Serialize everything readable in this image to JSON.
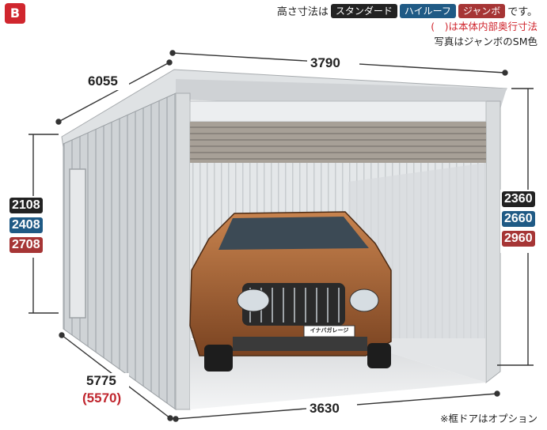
{
  "logo": {
    "letter": "B"
  },
  "header": {
    "prefix": "高さ寸法は",
    "labels": [
      "スタンダード",
      "ハイルーフ",
      "ジャンボ"
    ],
    "suffix": "です。",
    "bracket_note": "(　)は本体内部奥行寸法",
    "photo_note": "写真はジャンボのSM色"
  },
  "dimensions": {
    "width_top": "3790",
    "depth_top": "6055",
    "depth_bottom": "5775",
    "depth_bottom_inner": "(5570)",
    "width_bottom": "3630"
  },
  "heights_left": {
    "standard": "2108",
    "high_roof": "2408",
    "jumbo": "2708"
  },
  "heights_right": {
    "standard": "2360",
    "high_roof": "2660",
    "jumbo": "2960"
  },
  "car_plate": "イナバガレージ",
  "footnote": "※框ドアはオプション",
  "colors": {
    "standard": "#222222",
    "high_roof": "#1f5a85",
    "jumbo": "#a63535",
    "accent_red": "#d0262e"
  }
}
